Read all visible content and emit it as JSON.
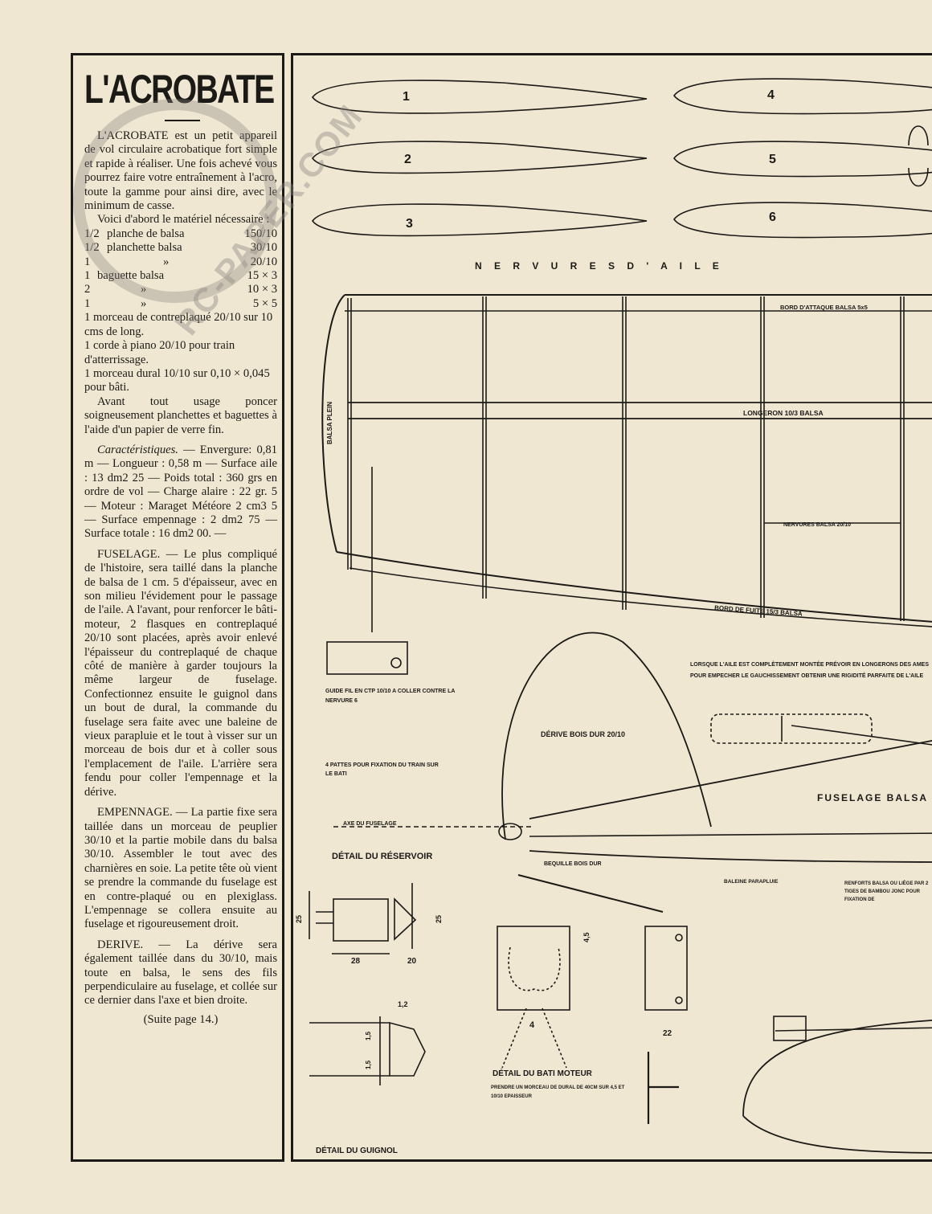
{
  "article": {
    "title": "L'ACROBATE",
    "intro": "L'ACROBATE est un petit appareil de vol circulaire acrobatique fort simple et rapide à réaliser. Une fois achevé vous pourrez faire votre entraînement à l'acro, toute la gamme pour ainsi dire, avec le minimum de casse.",
    "materials_intro": "Voici d'abord le matériel nécessaire :",
    "materials": [
      {
        "qty": "1/2",
        "label": "planche de balsa",
        "value": "150/10"
      },
      {
        "qty": "1/2",
        "label": "planchette balsa",
        "value": "30/10"
      },
      {
        "qty": "1",
        "label": "»",
        "value": "20/10"
      },
      {
        "qty": "1",
        "label": "baguette balsa",
        "value": "15 × 3"
      },
      {
        "qty": "2",
        "label": "»",
        "value": "10 × 3"
      },
      {
        "qty": "1",
        "label": "»",
        "value": "5 × 5"
      }
    ],
    "materials_extra": [
      "1 morceau de contreplaqué 20/10 sur 10 cms de long.",
      "1 corde à piano 20/10 pour train d'atterrissage.",
      "1 morceau dural 10/10 sur 0,10 × 0,045 pour bâti."
    ],
    "prep": "Avant tout usage poncer soigneusement planchettes et baguettes à l'aide d'un papier de verre fin.",
    "specs_heading": "Caractéristiques.",
    "specs": "— Envergure: 0,81 m — Longueur : 0,58 m — Surface aile : 13 dm2 25 — Poids total : 360 grs en ordre de vol — Charge alaire : 22 gr. 5 — Moteur : Maraget Météore 2 cm3 5 — Surface empennage : 2 dm2 75 — Surface totale : 16 dm2 00. —",
    "fuselage_heading": "FUSELAGE.",
    "fuselage": "— Le plus compliqué de l'histoire, sera taillé dans la planche de balsa de 1 cm. 5 d'épaisseur, avec en son milieu l'évidement pour le passage de l'aile. A l'avant, pour renforcer le bâti-moteur, 2 flasques en contreplaqué 20/10 sont placées, après avoir enlevé l'épaisseur du contreplaqué de chaque côté de manière à garder toujours la même largeur de fuselage. Confectionnez ensuite le guignol dans un bout de dural, la commande du fuselage sera faite avec une baleine de vieux parapluie et le tout à visser sur un morceau de bois dur et à coller sous l'emplacement de l'aile. L'arrière sera fendu pour coller l'empennage et la dérive.",
    "empennage_heading": "EMPENNAGE.",
    "empennage": "— La partie fixe sera taillée dans un morceau de peuplier 30/10 et la partie mobile dans du balsa 30/10. Assembler le tout avec des charnières en soie. La petite tête où vient se prendre la commande du fuselage est en contre-plaqué ou en plexiglass. L'empennage se collera ensuite au fuselage et rigoureusement droit.",
    "derive_heading": "DERIVE.",
    "derive": "— La dérive sera également taillée dans du 30/10, mais toute en balsa, le sens des fils perpendiculaire au fuselage, et collée sur ce dernier dans l'axe et bien droite.",
    "continued": "(Suite page 14.)"
  },
  "watermark": "RC-PAPER.COM",
  "plan": {
    "rib_numbers": [
      "1",
      "2",
      "3",
      "4",
      "5",
      "6"
    ],
    "ribs_title": "N E R V U R E S     D ' A I L E",
    "leading_edge": "BORD D'ATTAQUE BALSA 5x5",
    "spar": "LONGERON 10/3 BALSA",
    "solid_tip": "BALSA PLEIN",
    "ribs_note": "NERVURES BALSA 20/10",
    "trailing_edge": "BORD DE FUITE 15/3 BALSA",
    "wire_guide": "GUIDE FIL EN CTP 10/10 A COLLER CONTRE LA NERVURE 6",
    "wing_note": "LORSQUE L'AILE EST COMPLÈTEMENT MONTÉE PRÉVOIR EN LONGERONS DES AMES POUR EMPECHER LE GAUCHISSEMENT OBTENIR UNE RIGIDITÉ PARFAITE DE L'AILE",
    "fin": "DÉRIVE BOIS DUR 20/10",
    "gear_tabs": "4 PATTES POUR FIXATION DU TRAIN SUR LE BATI",
    "fuselage": "FUSELAGE BALSA",
    "fuselage_axis": "AXE DU FUSELAGE",
    "tank_detail": "DÉTAIL DU RÉSERVOIR",
    "skid": "BEQUILLE BOIS DUR",
    "umbrella_rib": "BALEINE PARAPLUIE",
    "reinforcements": "RENFORTS BALSA OU LIÈGE PAR 2 TIGES DE BAMBOU JONC POUR FIXATION DE",
    "engine_mount_detail": "DÉTAIL DU BATI MOTEUR",
    "engine_mount_note": "PRENDRE UN MORCEAU DE DURAL DE 40CM SUR 4,5 ET 10/10 EPAISSEUR",
    "horn_detail": "DÉTAIL DU GUIGNOL",
    "dims": {
      "tank_h": "25",
      "tank_w": "28",
      "tank_d": "20",
      "tank_side": "25",
      "mount_h": "4,5",
      "mount_w": "4",
      "mount_side": "22",
      "horn_top": "1,2",
      "horn_a": "1,5",
      "horn_b": "1,5"
    }
  }
}
